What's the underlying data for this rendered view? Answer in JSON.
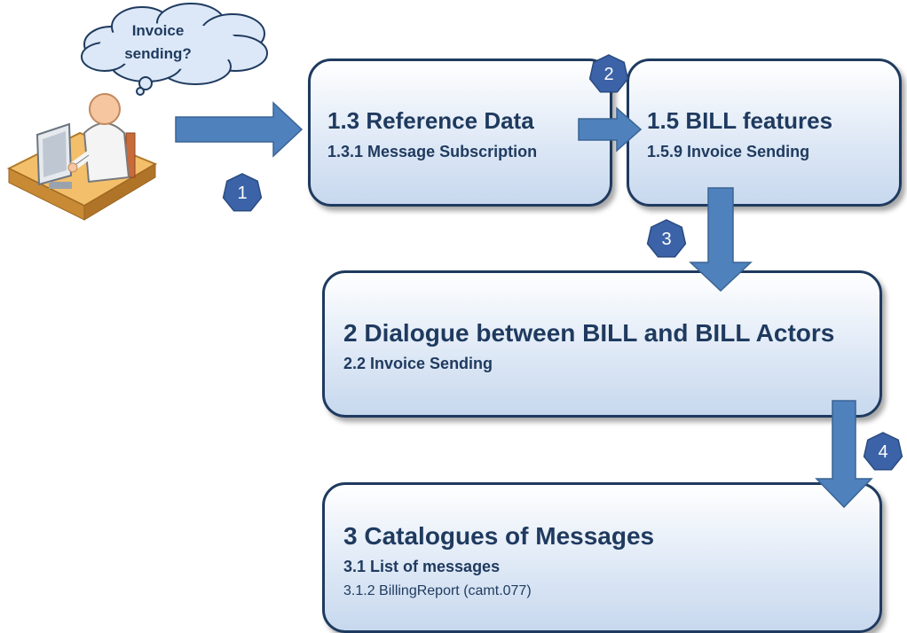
{
  "thought": {
    "line1": "Invoice",
    "line2": "sending?"
  },
  "boxes": {
    "reference_data": {
      "title": "1.3 Reference Data",
      "subtitle": "1.3.1 Message Subscription"
    },
    "bill_features": {
      "title": "1.5 BILL features",
      "subtitle": "1.5.9 Invoice Sending"
    },
    "dialogue": {
      "title": "2 Dialogue between BILL and BILL Actors",
      "subtitle": "2.2 Invoice Sending"
    },
    "catalogues": {
      "title": "3 Catalogues of Messages",
      "subtitle": "3.1 List of messages",
      "detail": "3.1.2 BillingReport (camt.077)"
    }
  },
  "steps": [
    "1",
    "2",
    "3",
    "4"
  ],
  "colors": {
    "box_border": "#1f3a5f",
    "text": "#1f3a5f",
    "arrow": "#4f81bd",
    "badge": "#3c63a8"
  }
}
